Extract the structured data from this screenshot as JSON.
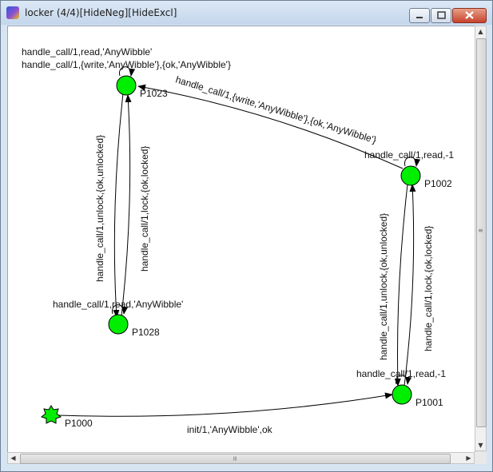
{
  "window": {
    "title": "locker (4/4)[HideNeg][HideExcl]"
  },
  "graph": {
    "nodes": {
      "p1023": "P1023",
      "p1002": "P1002",
      "p1028": "P1028",
      "p1001": "P1001",
      "p1000": "P1000"
    },
    "labels": {
      "p1023_self_1": "handle_call/1,read,'AnyWibble'",
      "p1023_self_2": "handle_call/1,{write,'AnyWibble'},{ok,'AnyWibble'}",
      "p1002_to_p1023": "handle_call/1,{write,'AnyWibble'},{ok,'AnyWibble'}",
      "p1002_self": "handle_call/1,read,-1",
      "p1023_to_p1028": "handle_call/1,unlock,{ok,unlocked}",
      "p1028_to_p1023": "handle_call/1,lock,{ok,locked}",
      "p1028_self": "handle_call/1,read,'AnyWibble'",
      "p1002_to_p1001": "handle_call/1,unlock,{ok,unlocked}",
      "p1001_to_p1002": "handle_call/1,lock,{ok,locked}",
      "p1001_self": "handle_call/1,read,-1",
      "p1000_to_p1001": "init/1,'AnyWibble',ok"
    },
    "colors": {
      "node_fill": "#00ee00",
      "node_stroke": "#000000",
      "edge": "#000000"
    }
  },
  "scrollbars": {
    "up_arrow": "▲",
    "down_arrow": "▼",
    "left_arrow": "◀",
    "right_arrow": "▶",
    "grip": "≡"
  }
}
